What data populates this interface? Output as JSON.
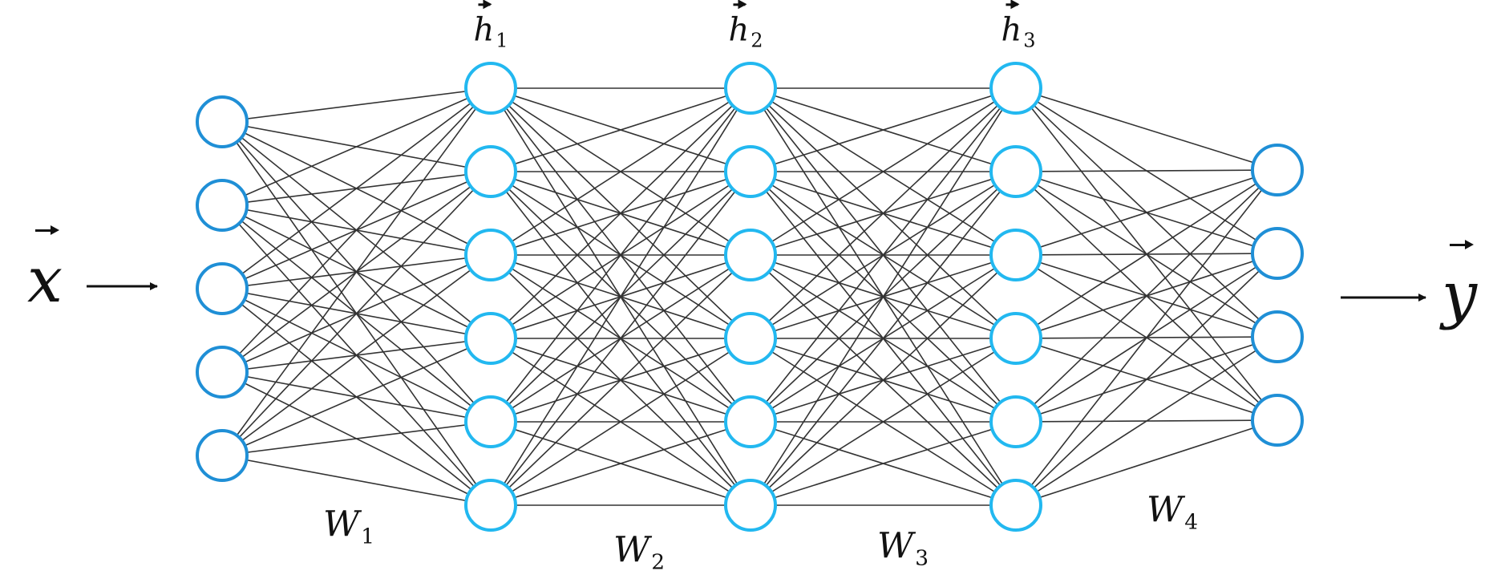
{
  "input_label": "x",
  "output_label": "y",
  "hidden_labels": [
    {
      "base": "h",
      "sub": "1"
    },
    {
      "base": "h",
      "sub": "2"
    },
    {
      "base": "h",
      "sub": "3"
    }
  ],
  "weight_labels": [
    {
      "base": "W",
      "sub": "1"
    },
    {
      "base": "W",
      "sub": "2"
    },
    {
      "base": "W",
      "sub": "3"
    },
    {
      "base": "W",
      "sub": "4"
    }
  ],
  "layers": [
    {
      "role": "input",
      "nodes": 5
    },
    {
      "role": "hidden",
      "nodes": 6
    },
    {
      "role": "hidden",
      "nodes": 6
    },
    {
      "role": "hidden",
      "nodes": 6
    },
    {
      "role": "output",
      "nodes": 4
    }
  ],
  "colors": {
    "node_outer_layers": "#1f8fd6",
    "node_hidden_layers": "#22b8f0",
    "edge": "#333333",
    "text": "#111111"
  }
}
